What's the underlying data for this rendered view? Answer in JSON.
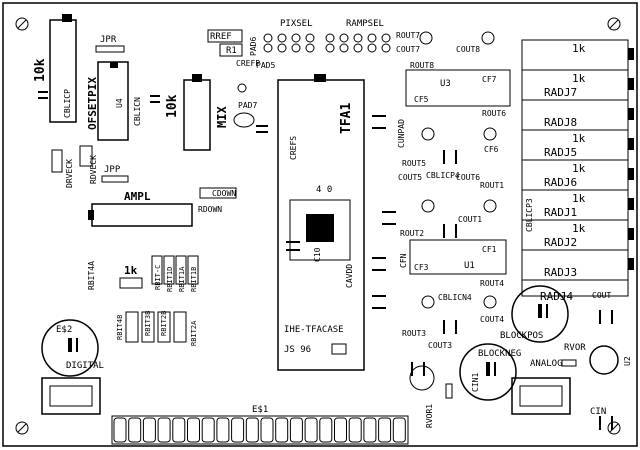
{
  "board": {
    "labels": {
      "r_10k": "10k",
      "jpr_top": "JPR",
      "cblicp_left": "CBLICP",
      "ofsetpix": "OFSETPIX",
      "u4": "U4",
      "cblicn": "CBLICN",
      "r_10k_mid": "10k",
      "mix": "MIX",
      "rref": "RREF",
      "r1": "R1",
      "pad6": "PAD6",
      "pad5": "PAD5",
      "pad7": "PAD7",
      "crefp": "CREFP",
      "pixsel": "PIXSEL",
      "rampsel": "RAMPSEL",
      "crefs": "CREFS",
      "tfa1": "TFA1",
      "chip_40": "4 0",
      "c10": "C10",
      "cavdd": "CAVDD",
      "ihe": "IHE-TFACASE",
      "js96": "JS 96",
      "drveck": "DRVECK",
      "rdveck": "RDVECK",
      "jpp": "JPP",
      "ampl": "AMPL",
      "cdown": "CDOWN",
      "rdown": "RDOWN",
      "r_1k_left": "1k",
      "rbit4a": "RBIT4A",
      "rbitc": "RBIT-C",
      "rbit1d": "RBIT1D",
      "rbit1a": "RBIT1A",
      "rbit1b": "RBIT1B",
      "rbit4b": "RBIT4B",
      "rbit3b": "RBIT3B",
      "rbit2b": "RBIT2B",
      "rbit2a": "RBIT2A",
      "es2": "E$2",
      "digital": "DIGITAL",
      "es1": "E$1",
      "rout7": "ROUT7",
      "cout7": "COUT7",
      "rout8": "ROUT8",
      "cout8": "COUT8",
      "u3": "U3",
      "cf7": "CF7",
      "cf5": "CF5",
      "cunpad": "CUNPAD",
      "rout6": "ROUT6",
      "rout5": "ROUT5",
      "cf6": "CF6",
      "cblicp4": "CBLICP4",
      "cout5": "COUT5",
      "cout6": "COUT6",
      "rout1": "ROUT1",
      "rout2": "ROUT2",
      "cout1": "COUT1",
      "cf1": "CF1",
      "cfn": "CFN",
      "cf3": "CF3",
      "u1": "U1",
      "rout4": "ROUT4",
      "cblicn4": "CBLICN4",
      "rout3": "ROUT3",
      "cout4": "COUT4",
      "cout3": "COUT3",
      "cin1": "CIN1",
      "blockneg": "BLOCKNEG",
      "blockpos": "BLOCKPOS",
      "analog": "ANALOG",
      "rvor": "RVOR",
      "u2": "U2",
      "rvor1": "RVOR1",
      "cin": "CIN",
      "cout_right": "COUT",
      "cblicp3": "CBLICP3"
    },
    "radj_panel": {
      "rows": [
        {
          "value": "1k",
          "name": ""
        },
        {
          "value": "1k",
          "name": "RADJ7"
        },
        {
          "value": "",
          "name": "RADJ8"
        },
        {
          "value": "1k",
          "name": "RADJ5"
        },
        {
          "value": "1k",
          "name": "RADJ6"
        },
        {
          "value": "1k",
          "name": "RADJ1"
        },
        {
          "value": "1k",
          "name": "RADJ2"
        },
        {
          "value": "",
          "name": "RADJ3"
        }
      ],
      "tail_label": "RADJ4"
    },
    "colors": {
      "background": "#ffffff",
      "ink": "#000000",
      "pad": "#000000"
    }
  }
}
